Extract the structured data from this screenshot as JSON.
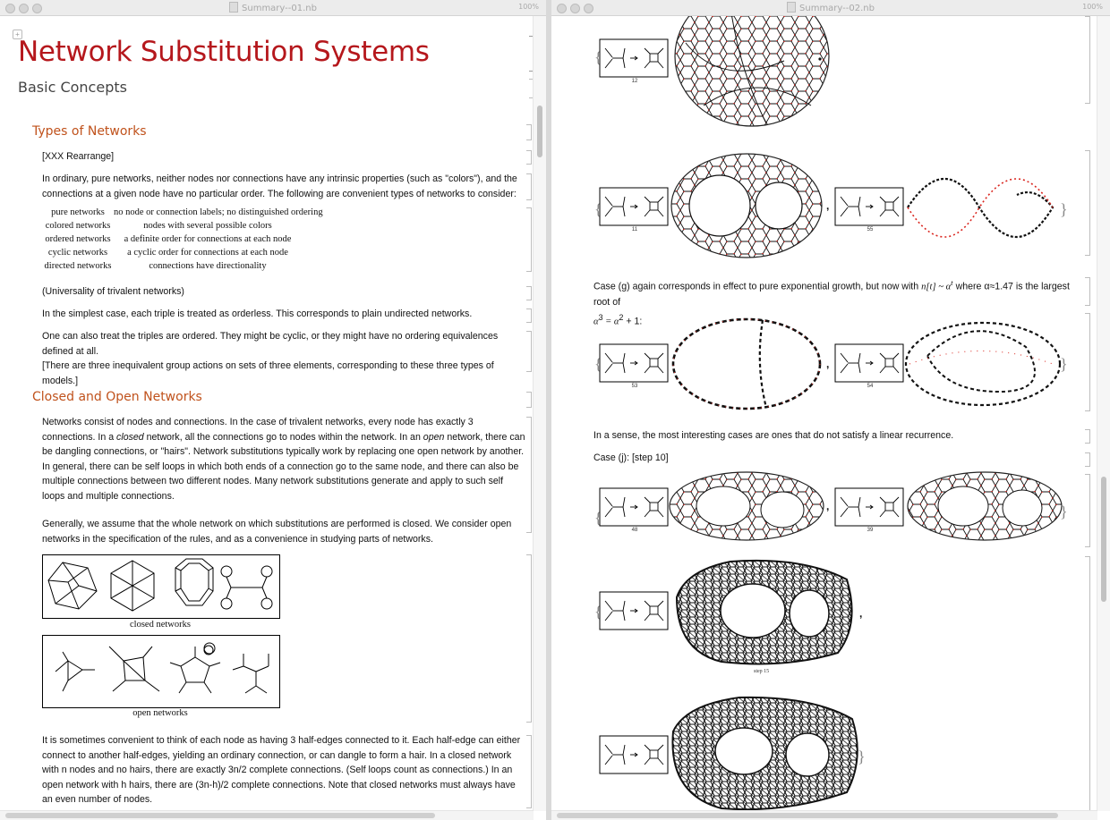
{
  "left_window": {
    "title": "Summary--01.nb",
    "zoom": "100%",
    "title_cell": "Network Substitution Systems",
    "subtitle": "Basic Concepts",
    "sections": [
      {
        "heading": "Types of Networks",
        "note": "[XXX Rearrange]",
        "intro": "In ordinary, pure networks, neither nodes nor connections have any intrinsic properties (such as \"colors\"), and the connections at a given node have no particular order.  The following are convenient types of networks to consider:",
        "types": [
          {
            "term": "pure networks",
            "desc": "no node or connection labels; no distinguished ordering"
          },
          {
            "term": "colored networks",
            "desc": "nodes with several possible colors"
          },
          {
            "term": "ordered networks",
            "desc": "a definite order for connections at each node"
          },
          {
            "term": "cyclic networks",
            "desc": "a cyclic order for connections at each node"
          },
          {
            "term": "directed networks",
            "desc": "connections have directionality"
          }
        ],
        "universality": "(Universality of trivalent networks)",
        "simplest": "In the simplest case, each triple is treated as orderless.  This corresponds to plain undirected networks.",
        "ordered_a": "One can also treat the triples are ordered.   They might be cyclic, or they might have no ordering equivalences defined at all.",
        "ordered_b": "[There are three inequivalent group actions on sets of three elements, corresponding to these three types of models.]"
      },
      {
        "heading": "Closed and Open Networks",
        "p1_a": "Networks consist of nodes and connections.  In the case of trivalent networks, every node has exactly 3 connections.  In a ",
        "p1_em1": "closed",
        "p1_b": " network, all the connections go to nodes within the network.  In an ",
        "p1_em2": "open",
        "p1_c": " network, there can be dangling connections, or \"hairs\".  Network substitutions typically work by replacing one open network by another.  In general, there can be self loops in which both ends of a connection go to the same node, and there can also be multiple connections between two different nodes.  Many network substitutions generate and apply to such self loops and multiple connections.",
        "p2": "Generally, we assume that the whole network on which substitutions are performed is closed.  We consider open networks in the specification of the rules, and as a convenience in studying parts of networks.",
        "caption_closed": "closed networks",
        "caption_open": "open networks",
        "p3": "It is sometimes convenient to think of each node as having 3 half-edges connected to it.  Each half-edge can either connect to another half-edges, yielding an ordinary connection, or can dangle to form a hair.  In a closed network with n nodes and no hairs, there are exactly 3n/2 complete connections.  (Self loops count as connections.) In an open network with h hairs, there are (3n-h)/2 complete connections.  Note that closed networks must always have an even number of nodes."
      }
    ]
  },
  "right_window": {
    "title": "Summary--02.nb",
    "zoom": "100%",
    "steps": {
      "s12": "12",
      "s11": "11",
      "s55": "55",
      "s53": "53",
      "s54": "54",
      "s48": "48",
      "s39": "39"
    },
    "case_g_a": "Case (g) again corresponds in effect to pure exponential growth, but now with ",
    "case_g_n": "n",
    "case_g_t": "[t] ~ α",
    "case_g_sup": "t",
    "case_g_b": " where α≈1.47 is the largest root of",
    "case_g_eq_a": "α",
    "case_g_eq_b": " = α",
    "case_g_eq_c": " + 1:",
    "case_g_exp3": "3",
    "case_g_exp2": "2",
    "interesting": "In a sense, the most interesting cases are ones that do not satisfy a linear recurrence.",
    "case_j": "Case (j): [step 10]",
    "step_caption": "step 15"
  },
  "colors": {
    "title": "#b5171c",
    "section": "#c0521c",
    "edge": "#111111",
    "node": "#d9241d"
  }
}
